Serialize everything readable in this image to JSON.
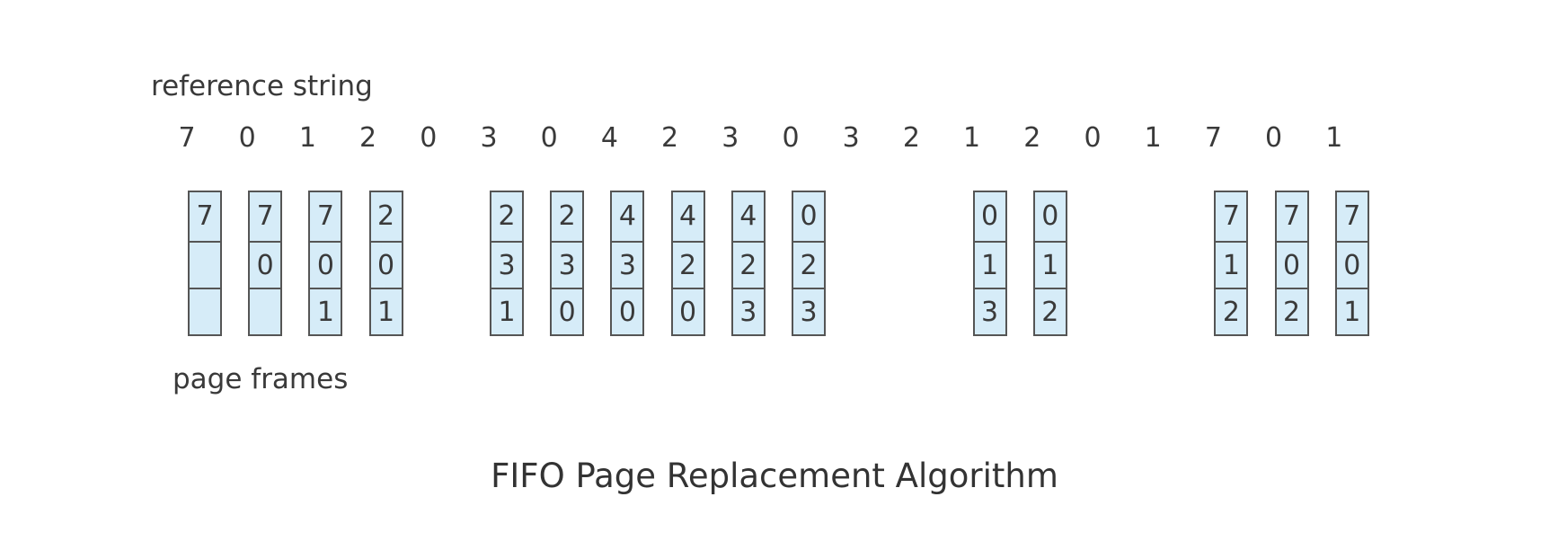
{
  "diagram": {
    "reference_label": "reference string",
    "frames_label": "page frames",
    "caption": "FIFO Page Replacement Algorithm",
    "reference_string": [
      "7",
      "0",
      "1",
      "2",
      "0",
      "3",
      "0",
      "4",
      "2",
      "3",
      "0",
      "3",
      "2",
      "1",
      "2",
      "0",
      "1",
      "7",
      "0",
      "1"
    ],
    "frame_states": [
      {
        "ref_index": 0,
        "frames": [
          "7",
          "",
          ""
        ]
      },
      {
        "ref_index": 1,
        "frames": [
          "7",
          "0",
          ""
        ]
      },
      {
        "ref_index": 2,
        "frames": [
          "7",
          "0",
          "1"
        ]
      },
      {
        "ref_index": 3,
        "frames": [
          "2",
          "0",
          "1"
        ]
      },
      {
        "ref_index": 5,
        "frames": [
          "2",
          "3",
          "1"
        ]
      },
      {
        "ref_index": 6,
        "frames": [
          "2",
          "3",
          "0"
        ]
      },
      {
        "ref_index": 7,
        "frames": [
          "4",
          "3",
          "0"
        ]
      },
      {
        "ref_index": 8,
        "frames": [
          "4",
          "2",
          "0"
        ]
      },
      {
        "ref_index": 9,
        "frames": [
          "4",
          "2",
          "3"
        ]
      },
      {
        "ref_index": 10,
        "frames": [
          "0",
          "2",
          "3"
        ]
      },
      {
        "ref_index": 13,
        "frames": [
          "0",
          "1",
          "3"
        ]
      },
      {
        "ref_index": 14,
        "frames": [
          "0",
          "1",
          "2"
        ]
      },
      {
        "ref_index": 17,
        "frames": [
          "7",
          "1",
          "2"
        ]
      },
      {
        "ref_index": 18,
        "frames": [
          "7",
          "0",
          "2"
        ]
      },
      {
        "ref_index": 19,
        "frames": [
          "7",
          "0",
          "1"
        ]
      }
    ]
  }
}
